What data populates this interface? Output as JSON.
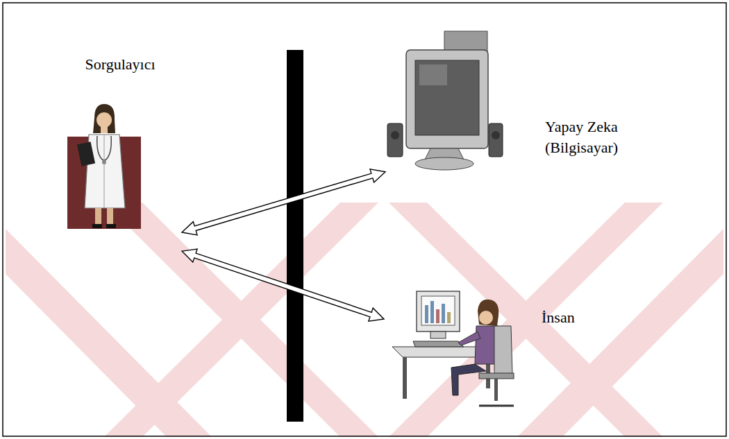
{
  "diagram": {
    "nodes": [
      {
        "text": [
          "Sorgulayıcı"
        ]
      },
      {
        "text": [
          "Yapay Zeka (Bilgisayar)"
        ]
      },
      {
        "text": [
          "İnsan"
        ]
      }
    ],
    "edges": [
      {
        "from": 0,
        "to": 1,
        "arrow": "both"
      },
      {
        "from": 0,
        "to": 2,
        "arrow": "both"
      }
    ]
  }
}
